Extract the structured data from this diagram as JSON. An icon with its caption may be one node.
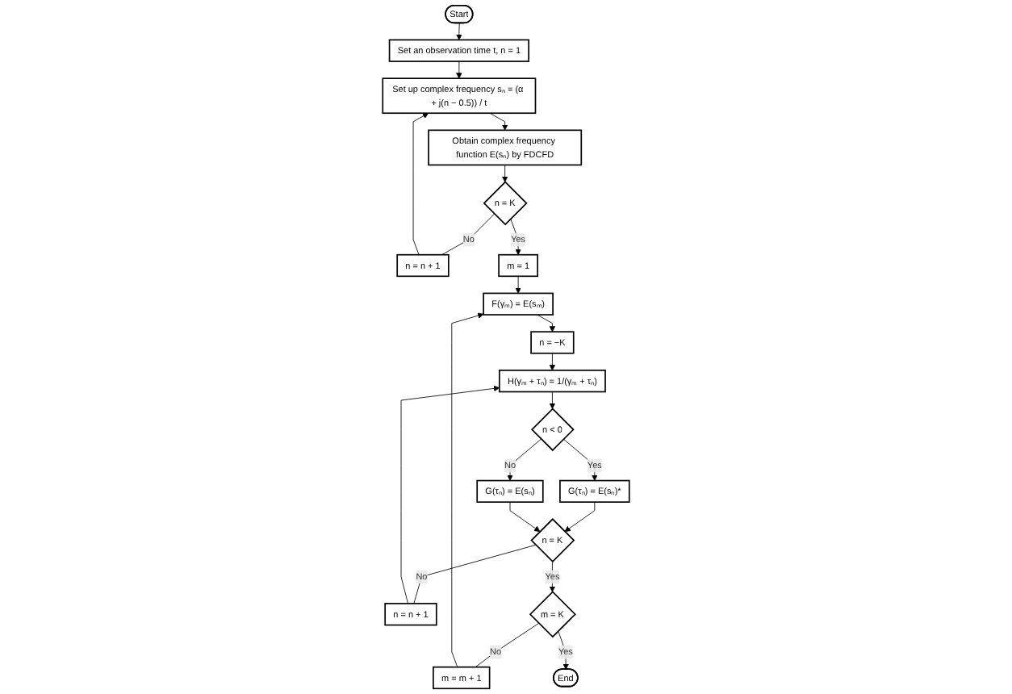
{
  "diagram": {
    "nodes": [
      {
        "text": [
          "Start"
        ]
      },
      {
        "text": [
          "Set an observation time t, n = 1"
        ]
      },
      {
        "text": [
          "Set up complex frequency sₙ = (α + j(n − 0.5)) / t"
        ]
      },
      {
        "text": [
          "Obtain complex frequency function E(sₙ) by FDCFD"
        ]
      },
      {
        "text": [
          "n = K"
        ]
      },
      {
        "text": [
          "n = n + 1"
        ]
      },
      {
        "text": [
          "m = 1"
        ]
      },
      {
        "text": [
          "F(γₘ) = E(sₘ)"
        ]
      },
      {
        "text": [
          "n = −K"
        ]
      },
      {
        "text": [
          "H(γₘ + τₙ) = 1/(γₘ + τₙ)"
        ]
      },
      {
        "text": [
          "n < 0"
        ]
      },
      {
        "text": [
          "G(τₙ) = E(sₙ)*"
        ]
      },
      {
        "text": [
          "G(τₙ) = E(sₙ)"
        ]
      },
      {
        "text": [
          "n = K"
        ]
      },
      {
        "text": [
          "n = n + 1"
        ]
      },
      {
        "text": [
          "m = K"
        ]
      },
      {
        "text": [
          "m = m + 1"
        ]
      },
      {
        "text": [
          "End"
        ]
      }
    ],
    "edges": [
      {
        "from": 0,
        "to": 1,
        "arrow": "to"
      },
      {
        "from": 1,
        "to": 2,
        "arrow": "to"
      },
      {
        "from": 2,
        "to": 3,
        "arrow": "to"
      },
      {
        "from": 3,
        "to": 4,
        "arrow": "to"
      },
      {
        "from": 4,
        "to": 5,
        "arrow": "none",
        "label": "No"
      },
      {
        "from": 5,
        "to": 2,
        "arrow": "to"
      },
      {
        "from": 4,
        "to": 6,
        "arrow": "to",
        "label": "Yes"
      },
      {
        "from": 6,
        "to": 7,
        "arrow": "to"
      },
      {
        "from": 7,
        "to": 8,
        "arrow": "to"
      },
      {
        "from": 8,
        "to": 9,
        "arrow": "to"
      },
      {
        "from": 9,
        "to": 10,
        "arrow": "to"
      },
      {
        "from": 10,
        "to": 11,
        "arrow": "to",
        "label": "Yes"
      },
      {
        "from": 10,
        "to": 12,
        "arrow": "to",
        "label": "No"
      },
      {
        "from": 11,
        "to": 13,
        "arrow": "to"
      },
      {
        "from": 12,
        "to": 13,
        "arrow": "to"
      },
      {
        "from": 13,
        "to": 14,
        "arrow": "none",
        "label": "No"
      },
      {
        "from": 14,
        "to": 9,
        "arrow": "to"
      },
      {
        "from": 13,
        "to": 15,
        "arrow": "to",
        "label": "Yes"
      },
      {
        "from": 15,
        "to": 16,
        "arrow": "none",
        "label": "No"
      },
      {
        "from": 16,
        "to": 7,
        "arrow": "to"
      },
      {
        "from": 15,
        "to": 17,
        "arrow": "to",
        "label": "Yes"
      }
    ]
  }
}
